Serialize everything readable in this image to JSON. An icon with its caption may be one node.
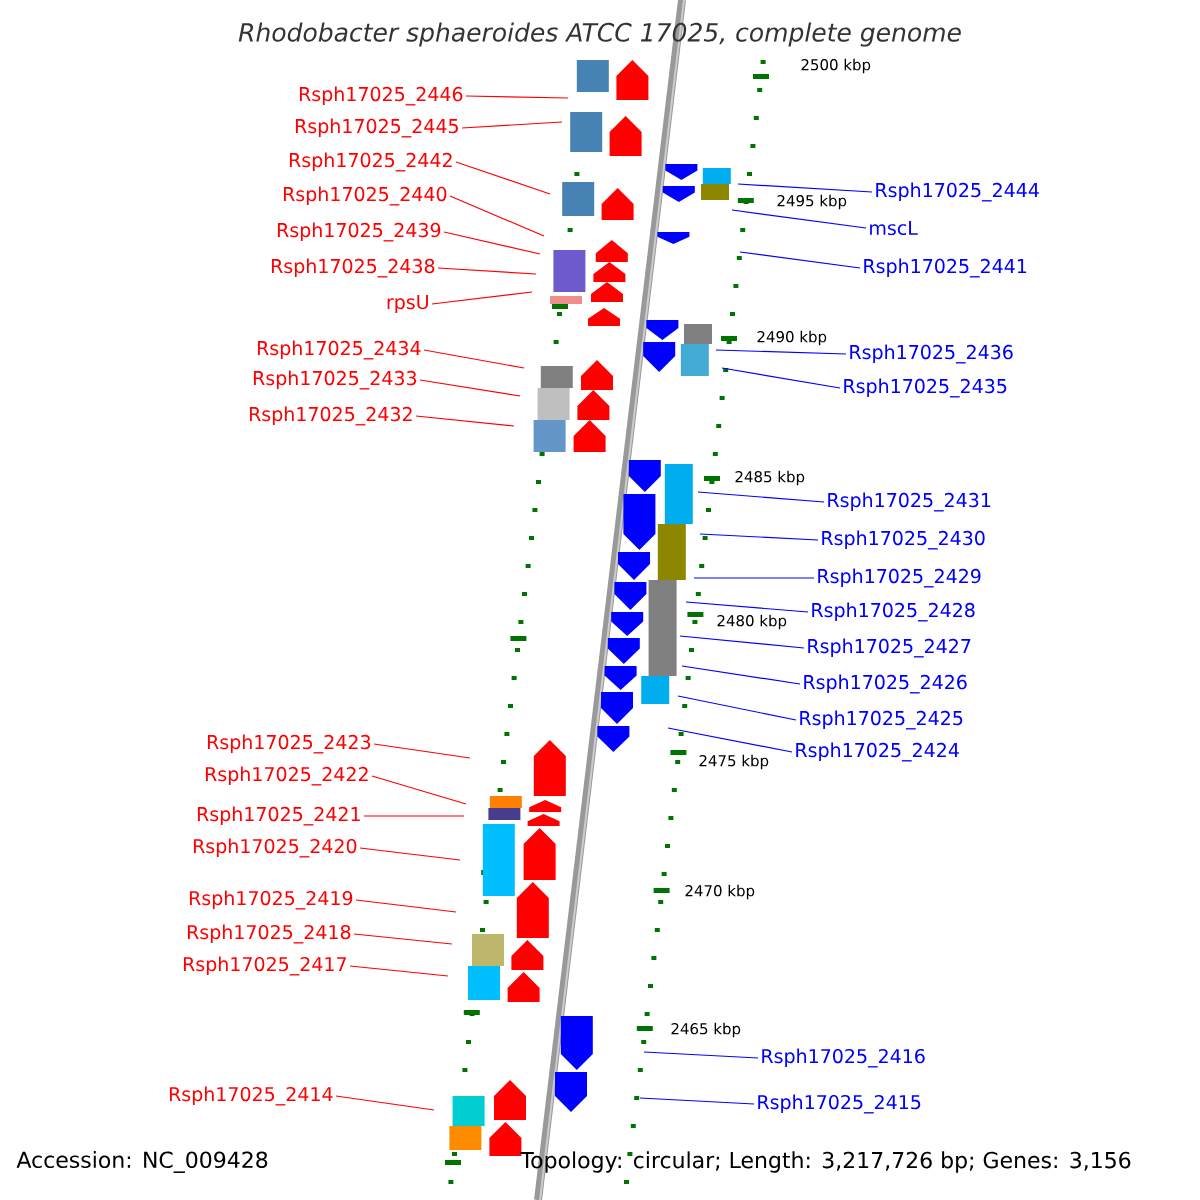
{
  "diagram": {
    "title": "Rhodobacter sphaeroides ATCC 17025, complete genome",
    "nodes": [
      {
        "text": [
          "Rsph17025_2446"
        ]
      },
      {
        "text": [
          "Rsph17025_2445"
        ]
      },
      {
        "text": [
          "Rsph17025_2442"
        ]
      },
      {
        "text": [
          "Rsph17025_2440"
        ]
      },
      {
        "text": [
          "Rsph17025_2439"
        ]
      },
      {
        "text": [
          "Rsph17025_2438"
        ]
      },
      {
        "text": [
          "rpsU"
        ]
      },
      {
        "text": [
          "Rsph17025_2434"
        ]
      },
      {
        "text": [
          "Rsph17025_2433"
        ]
      },
      {
        "text": [
          "Rsph17025_2432"
        ]
      },
      {
        "text": [
          "Rsph17025_2423"
        ]
      },
      {
        "text": [
          "Rsph17025_2422"
        ]
      },
      {
        "text": [
          "Rsph17025_2421"
        ]
      },
      {
        "text": [
          "Rsph17025_2420"
        ]
      },
      {
        "text": [
          "Rsph17025_2419"
        ]
      },
      {
        "text": [
          "Rsph17025_2418"
        ]
      },
      {
        "text": [
          "Rsph17025_2417"
        ]
      },
      {
        "text": [
          "Rsph17025_2414"
        ]
      },
      {
        "text": [
          "Rsph17025_2444"
        ]
      },
      {
        "text": [
          "mscL"
        ]
      },
      {
        "text": [
          "Rsph17025_2441"
        ]
      },
      {
        "text": [
          "Rsph17025_2436"
        ]
      },
      {
        "text": [
          "Rsph17025_2435"
        ]
      },
      {
        "text": [
          "Rsph17025_2431"
        ]
      },
      {
        "text": [
          "Rsph17025_2430"
        ]
      },
      {
        "text": [
          "Rsph17025_2429"
        ]
      },
      {
        "text": [
          "Rsph17025_2428"
        ]
      },
      {
        "text": [
          "Rsph17025_2427"
        ]
      },
      {
        "text": [
          "Rsph17025_2426"
        ]
      },
      {
        "text": [
          "Rsph17025_2425"
        ]
      },
      {
        "text": [
          "Rsph17025_2424"
        ]
      },
      {
        "text": [
          "Rsph17025_2416"
        ]
      },
      {
        "text": [
          "Rsph17025_2415"
        ]
      }
    ],
    "edges": [
      {
        "from": 0,
        "to": null,
        "arrow": "none"
      },
      {
        "from": 1,
        "to": null,
        "arrow": "none"
      },
      {
        "from": 2,
        "to": null,
        "arrow": "none"
      },
      {
        "from": 3,
        "to": null,
        "arrow": "none"
      },
      {
        "from": 4,
        "to": null,
        "arrow": "none"
      },
      {
        "from": 5,
        "to": null,
        "arrow": "none"
      },
      {
        "from": 6,
        "to": null,
        "arrow": "none"
      },
      {
        "from": 7,
        "to": null,
        "arrow": "none"
      },
      {
        "from": 8,
        "to": null,
        "arrow": "none"
      },
      {
        "from": 9,
        "to": null,
        "arrow": "none"
      },
      {
        "from": 10,
        "to": null,
        "arrow": "none"
      },
      {
        "from": 11,
        "to": null,
        "arrow": "none"
      },
      {
        "from": 12,
        "to": null,
        "arrow": "none"
      },
      {
        "from": 13,
        "to": null,
        "arrow": "none"
      },
      {
        "from": 14,
        "to": null,
        "arrow": "none"
      },
      {
        "from": 15,
        "to": null,
        "arrow": "none"
      },
      {
        "from": 16,
        "to": null,
        "arrow": "none"
      },
      {
        "from": 17,
        "to": null,
        "arrow": "none"
      },
      {
        "from": 18,
        "to": null,
        "arrow": "none",
        "color": "#0000ff"
      },
      {
        "from": 19,
        "to": null,
        "arrow": "none",
        "color": "#0000ff"
      },
      {
        "from": 20,
        "to": null,
        "arrow": "none",
        "color": "#0000ff"
      },
      {
        "from": 21,
        "to": null,
        "arrow": "none",
        "color": "#0000ff"
      },
      {
        "from": 22,
        "to": null,
        "arrow": "none",
        "color": "#0000ff"
      },
      {
        "from": 23,
        "to": null,
        "arrow": "none",
        "color": "#0000ff"
      },
      {
        "from": 24,
        "to": null,
        "arrow": "none",
        "color": "#0000ff"
      },
      {
        "from": 25,
        "to": null,
        "arrow": "none",
        "color": "#0000ff"
      },
      {
        "from": 26,
        "to": null,
        "arrow": "none",
        "color": "#0000ff"
      },
      {
        "from": 27,
        "to": null,
        "arrow": "none",
        "color": "#0000ff"
      },
      {
        "from": 28,
        "to": null,
        "arrow": "none",
        "color": "#0000ff"
      },
      {
        "from": 29,
        "to": null,
        "arrow": "none",
        "color": "#0000ff"
      },
      {
        "from": 30,
        "to": null,
        "arrow": "none",
        "color": "#0000ff"
      },
      {
        "from": 31,
        "to": null,
        "arrow": "none",
        "color": "#0000ff"
      },
      {
        "from": 32,
        "to": null,
        "arrow": "none",
        "color": "#0000ff"
      }
    ],
    "labels": [
      "2500 kbp",
      "2495 kbp",
      "2490 kbp",
      "2485 kbp",
      "2480 kbp",
      "2475 kbp",
      "2470 kbp",
      "2465 kbp",
      "Accession: NC_009428",
      "Topology: circular; Length: 3,217,726 bp; Genes: 3,156"
    ]
  }
}
